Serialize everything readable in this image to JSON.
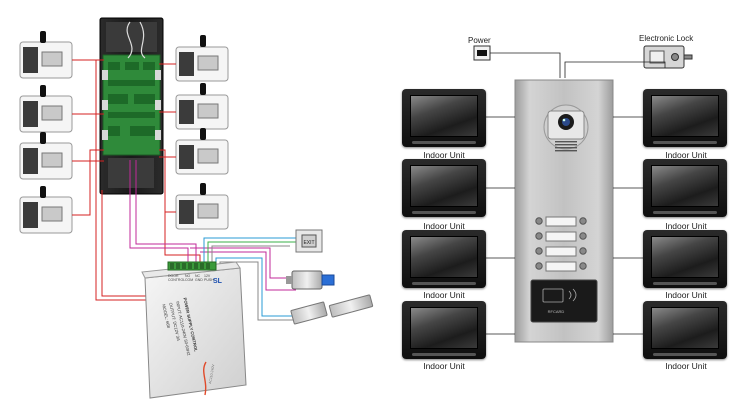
{
  "left_panel": {
    "psu_label_lines": [
      "POWER SUPPLY CONTROL",
      "INPUT: AC110-240V 50-60HZ",
      "OUTPUT: DC12V 3A",
      "MODEL: 668"
    ],
    "psu_terminal_labels": [
      "DOOR",
      "CONTROL",
      "NO",
      "COM",
      "NC",
      "GND",
      "12V",
      "PUSH"
    ],
    "psu_brand": "SL",
    "switch_label": "EXIT",
    "cable_tag": "AC110-240V"
  },
  "right_panel": {
    "power_label": "Power",
    "lock_label": "Electronic Lock",
    "indoor_units": [
      {
        "label": "Indoor Unit"
      },
      {
        "label": "Indoor Unit"
      },
      {
        "label": "Indoor Unit"
      },
      {
        "label": "Indoor Unit"
      },
      {
        "label": "Indoor Unit"
      },
      {
        "label": "Indoor Unit"
      },
      {
        "label": "Indoor Unit"
      },
      {
        "label": "Indoor Unit"
      }
    ],
    "card_reader_text": "RFCARD"
  }
}
